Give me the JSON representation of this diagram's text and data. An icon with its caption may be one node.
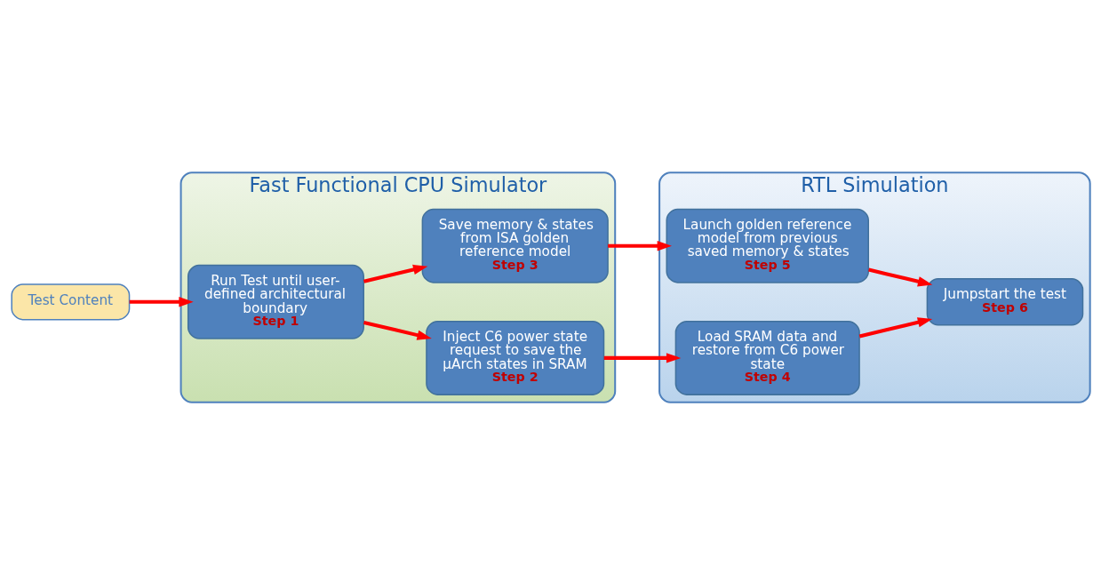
{
  "diagram": {
    "nodes": [
      {
        "text": [
          "Test Content"
        ]
      },
      {
        "text": [
          "Fast Functional CPU Simulator"
        ]
      },
      {
        "text": [
          "Run Test until user-defined architectural boundary",
          "Step 1"
        ],
        "in": 1
      },
      {
        "text": [
          "Inject C6 power state request to save the µArch states in SRAM",
          "Step 2"
        ],
        "in": 1
      },
      {
        "text": [
          "Save memory & states from ISA golden reference model",
          "Step 3"
        ],
        "in": 1
      },
      {
        "text": [
          "RTL Simulation"
        ]
      },
      {
        "text": [
          "Load SRAM data and restore from C6 power state",
          "Step 4"
        ],
        "in": 5
      },
      {
        "text": [
          "Launch golden reference model from previous saved memory & states",
          "Step 5"
        ],
        "in": 5
      },
      {
        "text": [
          "Jumpstart the test",
          "Step 6"
        ],
        "in": 5
      }
    ],
    "edges": [
      {
        "from": 0,
        "to": 2,
        "arrow": "to"
      },
      {
        "from": 2,
        "to": 3,
        "arrow": "to"
      },
      {
        "from": 2,
        "to": 4,
        "arrow": "to"
      },
      {
        "from": 3,
        "to": 6,
        "arrow": "to"
      },
      {
        "from": 4,
        "to": 7,
        "arrow": "to"
      },
      {
        "from": 6,
        "to": 8,
        "arrow": "to"
      },
      {
        "from": 7,
        "to": 8,
        "arrow": "to"
      }
    ]
  }
}
